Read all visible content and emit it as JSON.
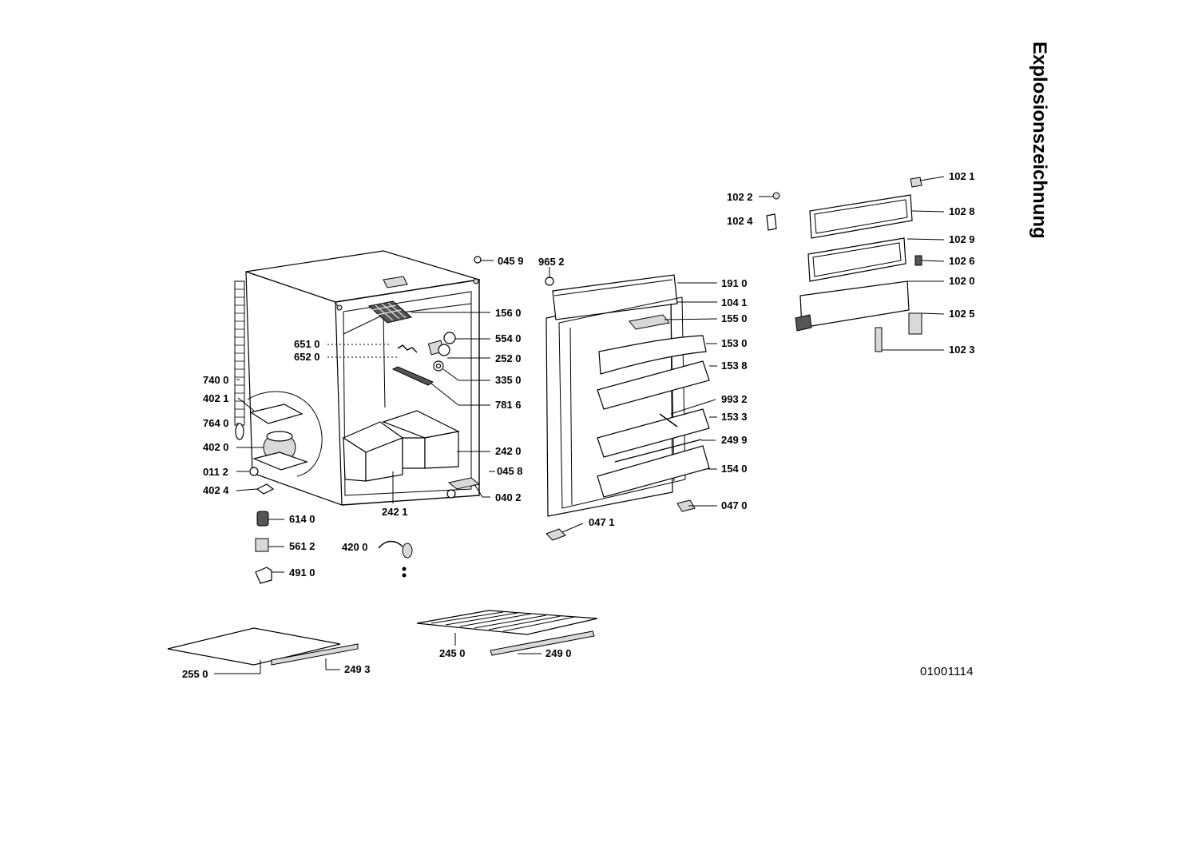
{
  "title": "Explosionszeichnung",
  "document_number": "01001114",
  "parts": {
    "p1021": "102 1",
    "p1022": "102 2",
    "p1024": "102 4",
    "p1028": "102 8",
    "p1029": "102 9",
    "p1026": "102 6",
    "p1020": "102 0",
    "p1025": "102 5",
    "p1023": "102 3",
    "p0459": "045 9",
    "p9652": "965 2",
    "p1910": "191 0",
    "p1041": "104 1",
    "p1550": "155 0",
    "p1560": "156 0",
    "p5540": "554 0",
    "p6510": "651 0",
    "p6520": "652 0",
    "p2520": "252 0",
    "p1530": "153 0",
    "p3350": "335 0",
    "p1538": "153 8",
    "p7400": "740 0",
    "p7816": "781 6",
    "p4021": "402 1",
    "p9932": "993 2",
    "p1533": "153 3",
    "p7640": "764 0",
    "p2499": "249 9",
    "p4020": "402 0",
    "p2420": "242 0",
    "p0112": "011 2",
    "p0458": "045 8",
    "p1540": "154 0",
    "p4024": "402 4",
    "p0402": "040 2",
    "p0470": "047 0",
    "p2421": "242 1",
    "p6140": "614 0",
    "p0471": "047 1",
    "p5612": "561 2",
    "p4200": "420 0",
    "p4910": "491 0",
    "p2450": "245 0",
    "p2490": "249 0",
    "p2550": "255 0",
    "p2493": "249 3"
  }
}
